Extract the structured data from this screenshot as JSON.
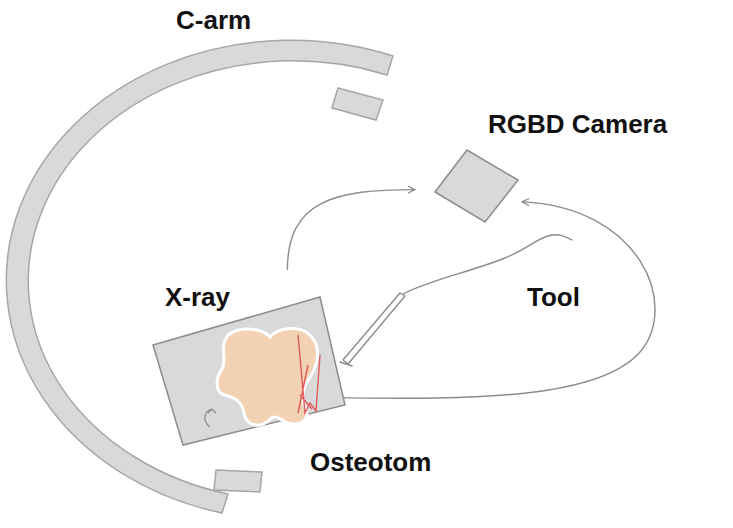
{
  "diagram": {
    "nodes": [
      {
        "text": [
          "X-ray"
        ]
      },
      {
        "text": [
          "RGBD Camera"
        ]
      }
    ],
    "edges": [
      {
        "from": 0,
        "to": 1,
        "arrow": "to"
      },
      {
        "from": 0,
        "to": 1,
        "arrow": "to"
      }
    ],
    "labels": [
      "C-arm",
      "Tool",
      "Osteotom"
    ]
  }
}
